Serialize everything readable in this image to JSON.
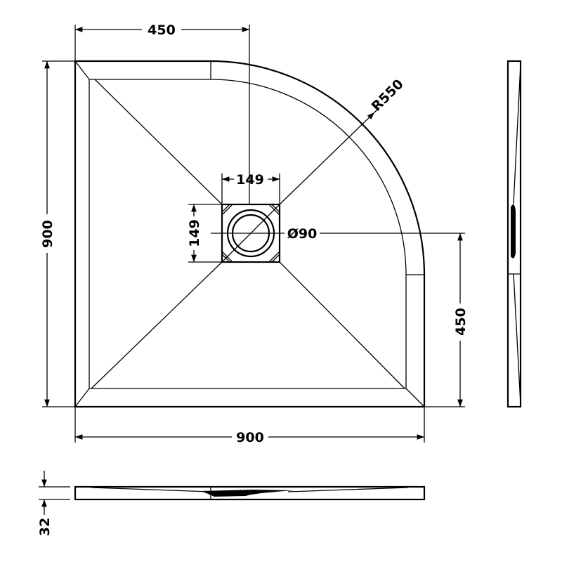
{
  "drawing": {
    "title": "Quadrant shower tray technical drawing",
    "dimensions": {
      "top_width": "450",
      "left_height": "900",
      "bottom_width": "900",
      "right_height": "450",
      "radius": "R550",
      "waste_width": "149",
      "waste_height": "149",
      "waste_diameter": "Ø90",
      "thickness": "32"
    },
    "line_color": "#000000",
    "background": "#ffffff"
  }
}
